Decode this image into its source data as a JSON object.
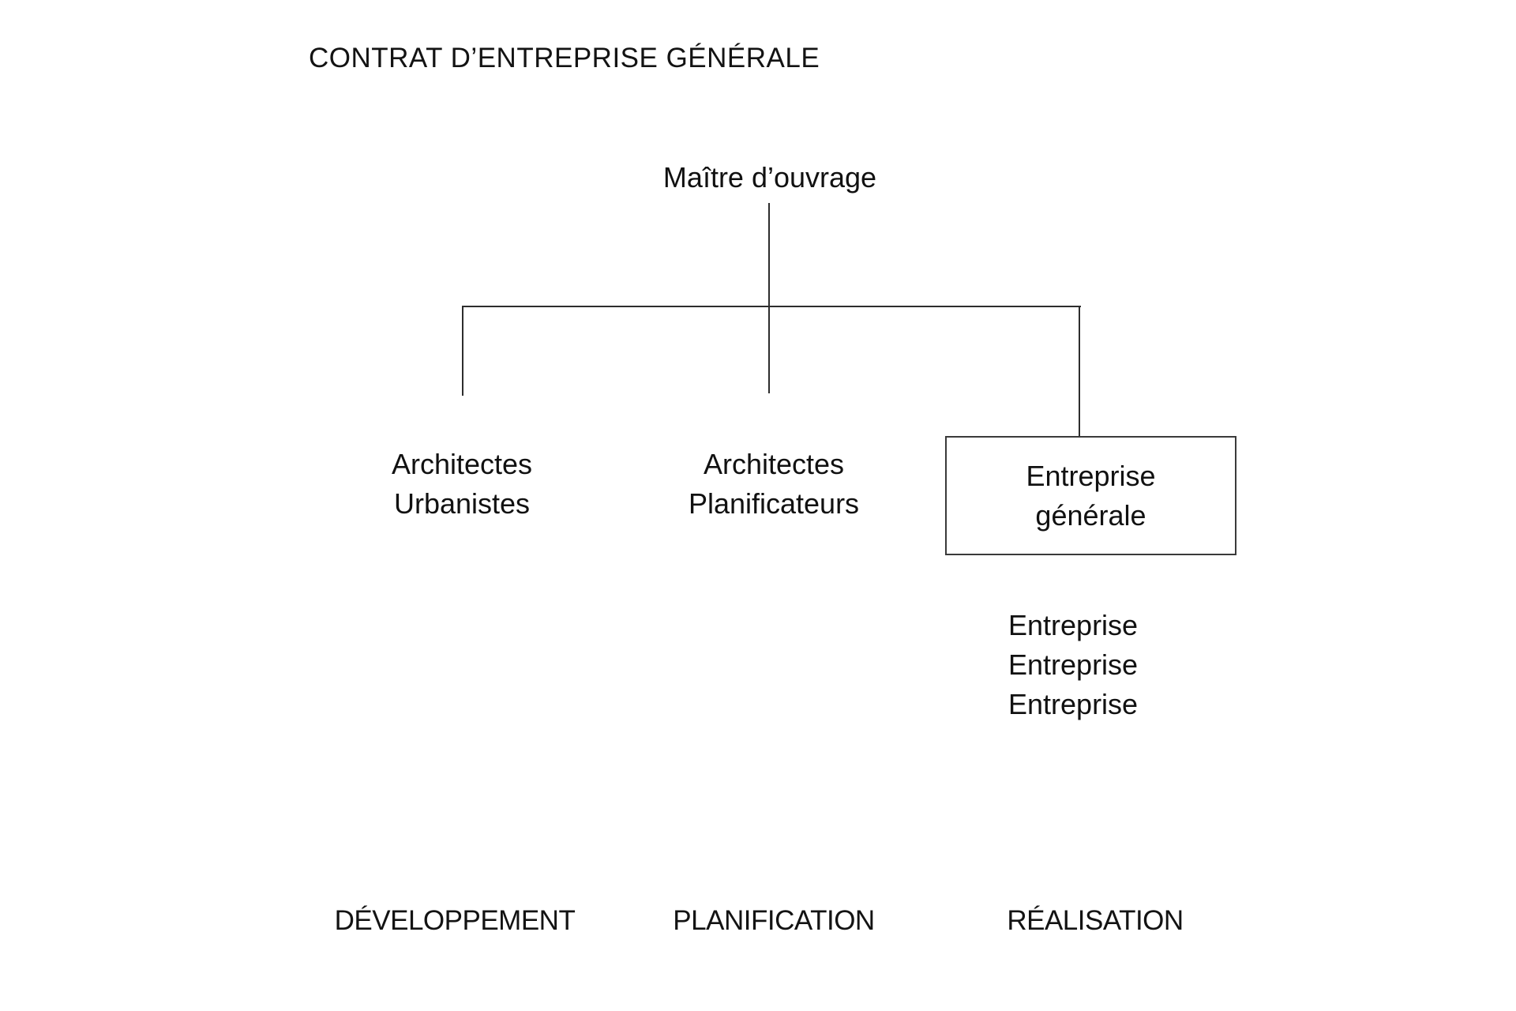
{
  "title": "CONTRAT D’ENTREPRISE GÉNÉRALE",
  "root": {
    "label": "Maître d’ouvrage"
  },
  "columns": [
    {
      "id": "developpement",
      "lines": [
        "Architectes",
        "Urbanistes"
      ],
      "phase": "DÉVELOPPEMENT",
      "boxed": false
    },
    {
      "id": "planification",
      "lines": [
        "Architectes",
        "Planificateurs"
      ],
      "phase": "PLANIFICATION",
      "boxed": false
    },
    {
      "id": "realisation",
      "lines": [
        "Entreprise",
        "générale"
      ],
      "phase": "RÉALISATION",
      "boxed": true
    }
  ],
  "subcontractors": [
    "Entreprise",
    "Entreprise",
    "Entreprise"
  ],
  "colors": {
    "text": "#111111",
    "line": "#2d2d2d",
    "box_border": "#3a3a3a",
    "background": "#ffffff"
  }
}
